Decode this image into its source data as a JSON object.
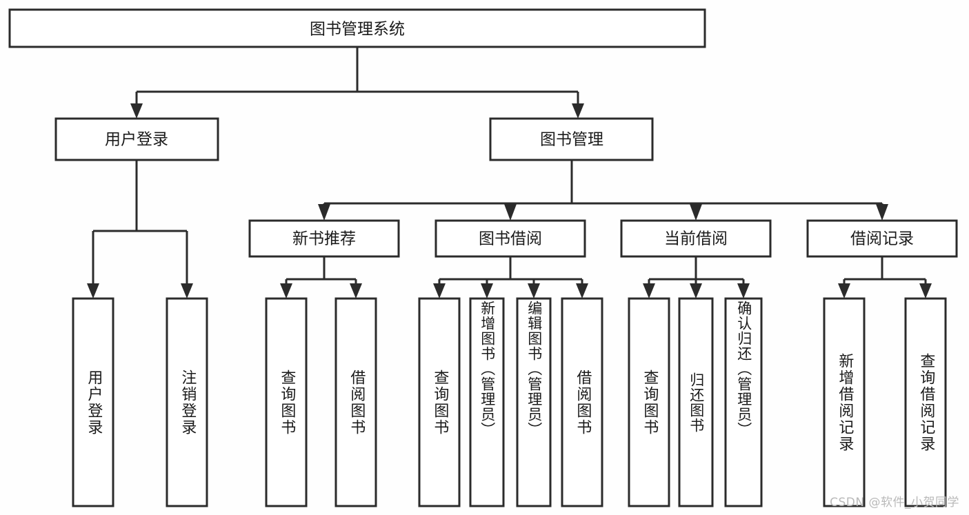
{
  "diagram": {
    "title": "图书管理系统",
    "type": "tree-hierarchy-diagram",
    "watermark": "CSDN @软件_小贺同学",
    "colors": {
      "background": "#fefefe",
      "box_fill": "#ffffff",
      "stroke": "#2b2b2b",
      "text": "#1a1a1a",
      "watermark": "#b9b9b9"
    },
    "root": {
      "label": "图书管理系统",
      "orientation": "horizontal"
    },
    "level2": [
      {
        "label": "用户登录",
        "orientation": "horizontal"
      },
      {
        "label": "图书管理",
        "orientation": "horizontal"
      }
    ],
    "level3": [
      {
        "label": "新书推荐",
        "orientation": "horizontal"
      },
      {
        "label": "图书借阅",
        "orientation": "horizontal"
      },
      {
        "label": "当前借阅",
        "orientation": "horizontal"
      },
      {
        "label": "借阅记录",
        "orientation": "horizontal"
      }
    ],
    "leaves": {
      "user_login": [
        {
          "label": "用户登录",
          "orientation": "vertical"
        },
        {
          "label": "注销登录",
          "orientation": "vertical"
        }
      ],
      "new_book_recommend": [
        {
          "label": "查询图书",
          "orientation": "vertical"
        },
        {
          "label": "借阅图书",
          "orientation": "vertical"
        }
      ],
      "book_borrow": [
        {
          "label": "查询图书",
          "orientation": "vertical"
        },
        {
          "label": "新增图书（管理员）",
          "orientation": "vertical"
        },
        {
          "label": "编辑图书（管理员）",
          "orientation": "vertical"
        },
        {
          "label": "借阅图书",
          "orientation": "vertical"
        }
      ],
      "current_borrow": [
        {
          "label": "查询图书",
          "orientation": "vertical"
        },
        {
          "label": "归还图书",
          "orientation": "vertical"
        },
        {
          "label": "确认归还（管理员）",
          "orientation": "vertical"
        }
      ],
      "borrow_records": [
        {
          "label": "新增借阅记录",
          "orientation": "vertical"
        },
        {
          "label": "查询借阅记录",
          "orientation": "vertical"
        }
      ]
    }
  }
}
